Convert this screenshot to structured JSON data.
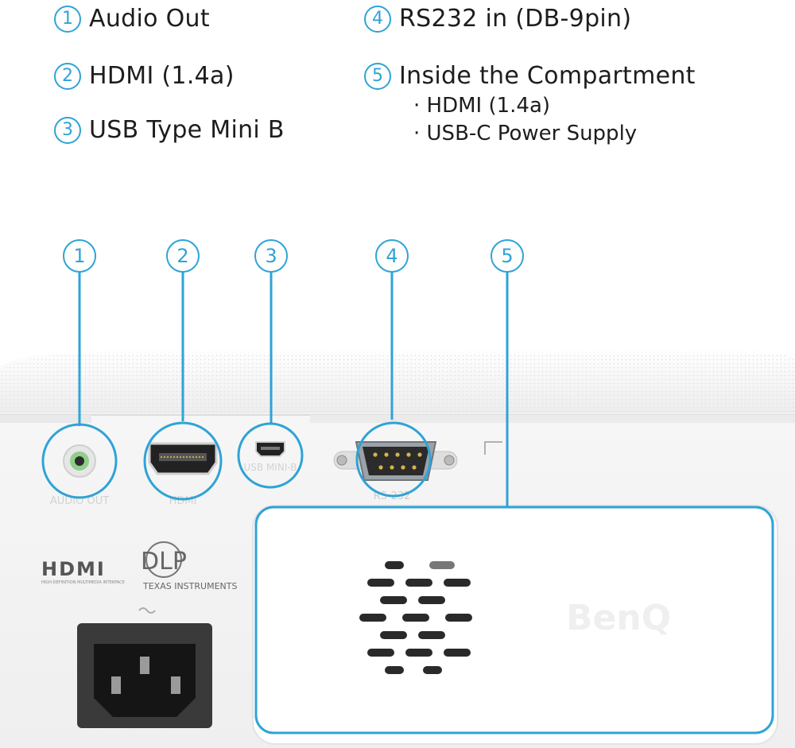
{
  "legend": [
    {
      "num": "1",
      "label": "Audio Out"
    },
    {
      "num": "2",
      "label": "HDMI (1.4a)"
    },
    {
      "num": "3",
      "label": "USB Type Mini B"
    },
    {
      "num": "4",
      "label": "RS232 in (DB-9pin)"
    },
    {
      "num": "5",
      "label": "Inside the Compartment"
    }
  ],
  "compartment_items": [
    "· HDMI (1.4a)",
    "· USB-C Power Supply"
  ],
  "callouts": [
    "1",
    "2",
    "3",
    "4",
    "5"
  ],
  "port_labels": {
    "audio": "AUDIO OUT",
    "hdmi": "HDMI",
    "usb": "USB MINI-B",
    "rs232": "RS-232"
  },
  "logos": {
    "hdmi": "HDMI",
    "hdmi_sub": "HIGH-DEFINITION MULTIMEDIA INTERFACE",
    "dlp": "DLP",
    "dlp_sub": "TEXAS INSTRUMENTS",
    "brand": "BenQ"
  },
  "colors": {
    "accent": "#2fa3d6",
    "body": "#f4f4f4",
    "panel": "#ffffff"
  }
}
